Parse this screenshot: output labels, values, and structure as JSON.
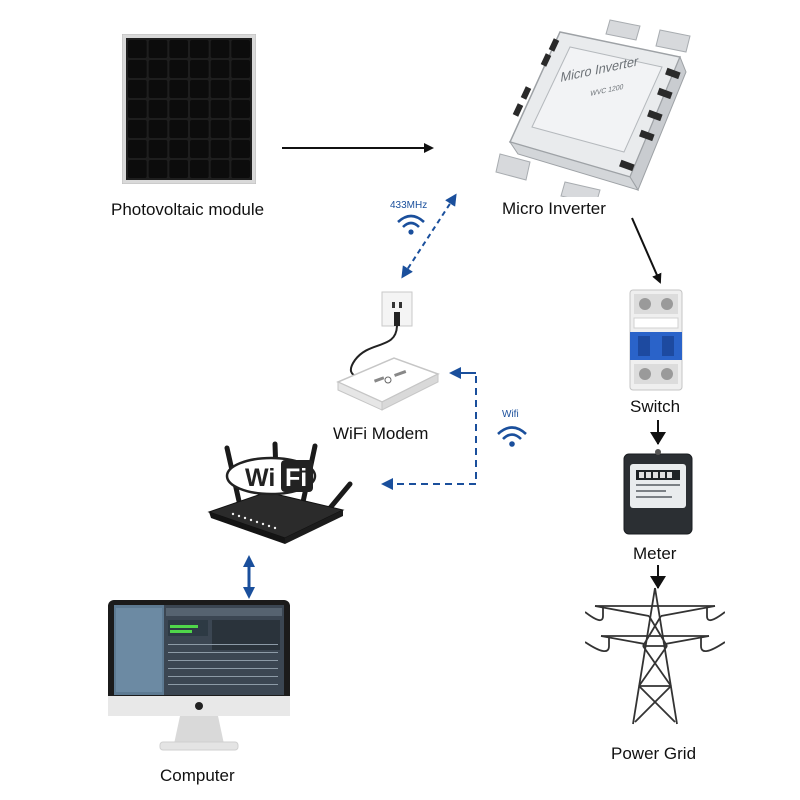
{
  "labels": {
    "pv_module": "Photovoltaic module",
    "micro_inverter": "Micro Inverter",
    "switch": "Switch",
    "meter": "Meter",
    "power_grid": "Power Grid",
    "wifi_modem": "WiFi Modem",
    "computer": "Computer",
    "rf_433": "433MHz",
    "wifi_link": "Wifi"
  },
  "device_text": {
    "inverter_brand": "Micro Inverter",
    "inverter_model": "WVC 1200",
    "router_logo_wi": "Wi",
    "router_logo_fi": "Fi"
  },
  "colors": {
    "black_arrow": "#111111",
    "blue_arrow": "#1a4f9c",
    "panel_cell": "#0c0c0c",
    "panel_frame": "#c8c8c8"
  },
  "icons": [
    "wifi-icon",
    "wifi-icon"
  ]
}
